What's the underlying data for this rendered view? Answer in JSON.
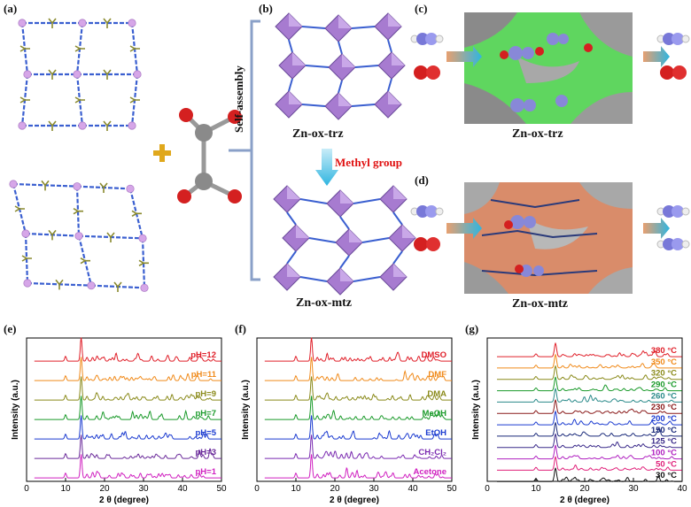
{
  "panels": {
    "a": "(a)",
    "b": "(b)",
    "c": "(c)",
    "d": "(d)",
    "e": "(e)",
    "f": "(f)",
    "g": "(g)"
  },
  "top": {
    "self_assembly": "Self-assembly",
    "method": "Methyl group",
    "b_top_caption": "Zn-ox-trz",
    "b_bottom_caption": "Zn-ox-mtz",
    "c_caption": "Zn-ox-trz",
    "d_caption": "Zn-ox-mtz"
  },
  "colors": {
    "bg": "#ffffff",
    "framework_node": "#d6a6e8",
    "linker_blue": "#3a5fd0",
    "methyl_olive": "#8a8a2e",
    "polyhedra": "#a77bd0",
    "plus_orange": "#e0a81c",
    "red_label": "#e01010",
    "c_surface": "#5fd65f",
    "d_surface": "#d98c6a",
    "gray_surface": "#9a9a9a",
    "arrow_orange": "#e8a070",
    "arrow_cyan": "#2fb5e0"
  },
  "xrd": [
    {
      "id": "e",
      "xlabel": "2 θ (degree)",
      "ylabel": "Intensity (a.u.)",
      "xticks": [
        "0",
        "10",
        "20",
        "30",
        "40",
        "50"
      ],
      "xlim": [
        0,
        50
      ],
      "traces": [
        {
          "label": "pH=12",
          "color": "#e0202a"
        },
        {
          "label": "pH=11",
          "color": "#f08a1a"
        },
        {
          "label": "pH=9",
          "color": "#8a8a1a"
        },
        {
          "label": "pH=7",
          "color": "#1a9a2a"
        },
        {
          "label": "pH=5",
          "color": "#1a3ad0"
        },
        {
          "label": "pH=3",
          "color": "#6a2a9a"
        },
        {
          "label": "pH=1",
          "color": "#d020c0"
        }
      ]
    },
    {
      "id": "f",
      "xlabel": "2 θ (degree)",
      "ylabel": "Intensity (a.u.)",
      "xticks": [
        "0",
        "10",
        "20",
        "30",
        "40",
        "50"
      ],
      "xlim": [
        0,
        50
      ],
      "traces": [
        {
          "label": "DMSO",
          "color": "#e0202a"
        },
        {
          "label": "DMF",
          "color": "#f08a1a"
        },
        {
          "label": "DMA",
          "color": "#8a8a1a"
        },
        {
          "label": "MeOH",
          "color": "#1a9a2a"
        },
        {
          "label": "EtOH",
          "color": "#1a3ad0"
        },
        {
          "label": "CH₂Cl₂",
          "color": "#7a2ab0"
        },
        {
          "label": "Acetone",
          "color": "#d020c0"
        }
      ]
    },
    {
      "id": "g",
      "xlabel": "2 θ (degree)",
      "ylabel": "Intensity (a.u.)",
      "xticks": [
        "0",
        "10",
        "20",
        "30",
        "40"
      ],
      "xlim": [
        0,
        40
      ],
      "traces": [
        {
          "label": "380 °C",
          "color": "#e0202a"
        },
        {
          "label": "350 °C",
          "color": "#f08a1a"
        },
        {
          "label": "320 °C",
          "color": "#8a8a1a"
        },
        {
          "label": "290 °C",
          "color": "#1a9a2a"
        },
        {
          "label": "260 °C",
          "color": "#2a8a8a"
        },
        {
          "label": "230 °C",
          "color": "#8a1a1a"
        },
        {
          "label": "200 °C",
          "color": "#1a3ad0"
        },
        {
          "label": "150 °C",
          "color": "#1a2a7a"
        },
        {
          "label": "125 °C",
          "color": "#3a2a8a"
        },
        {
          "label": "100 °C",
          "color": "#b020c0"
        },
        {
          "label": "50 °C",
          "color": "#e0207a"
        },
        {
          "label": "30 °C",
          "color": "#111111"
        }
      ]
    }
  ]
}
